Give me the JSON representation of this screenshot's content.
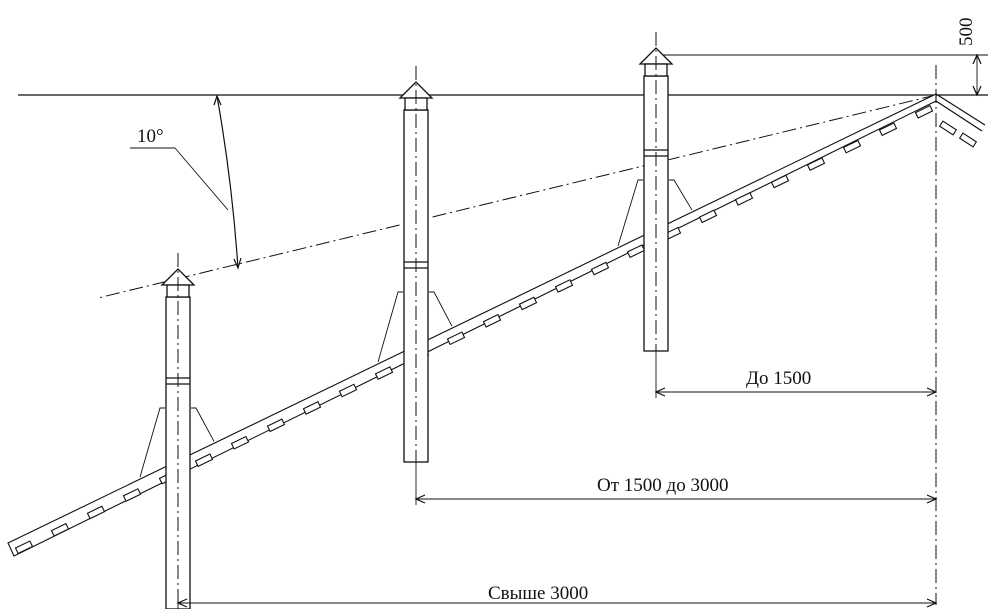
{
  "diagram": {
    "angle_label": "10°",
    "height_label": "500",
    "labels": {
      "near": "До 1500",
      "mid": "От 1500 до 3000",
      "far": "Свыше 3000"
    },
    "colors": {
      "line": "#111111",
      "background": "#ffffff"
    }
  }
}
